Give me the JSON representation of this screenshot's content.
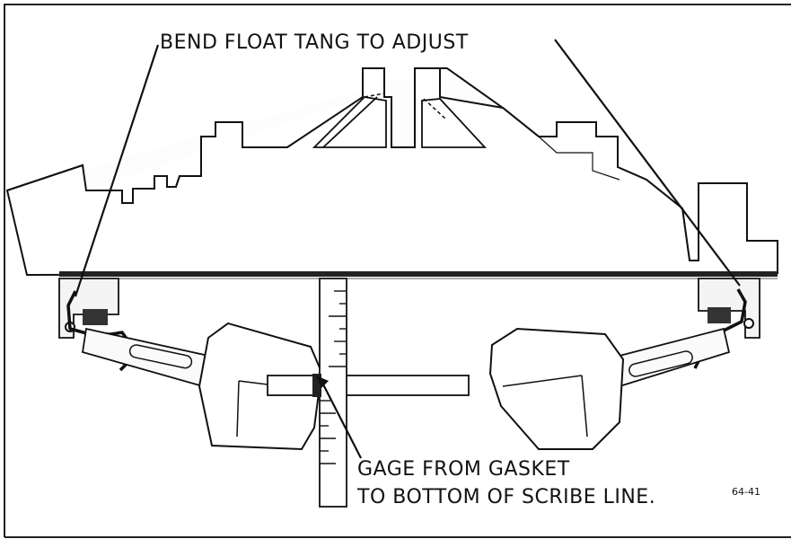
{
  "labels": {
    "top_callout": "BEND FLOAT TANG TO ADJUST",
    "gage_line1": "GAGE FROM GASKET",
    "gage_line2": "TO BOTTOM OF SCRIBE LINE.",
    "figure_number": "64-41"
  },
  "colors": {
    "ink": "#111111",
    "paper": "#ffffff",
    "part_fill": "#fdfdfd"
  }
}
